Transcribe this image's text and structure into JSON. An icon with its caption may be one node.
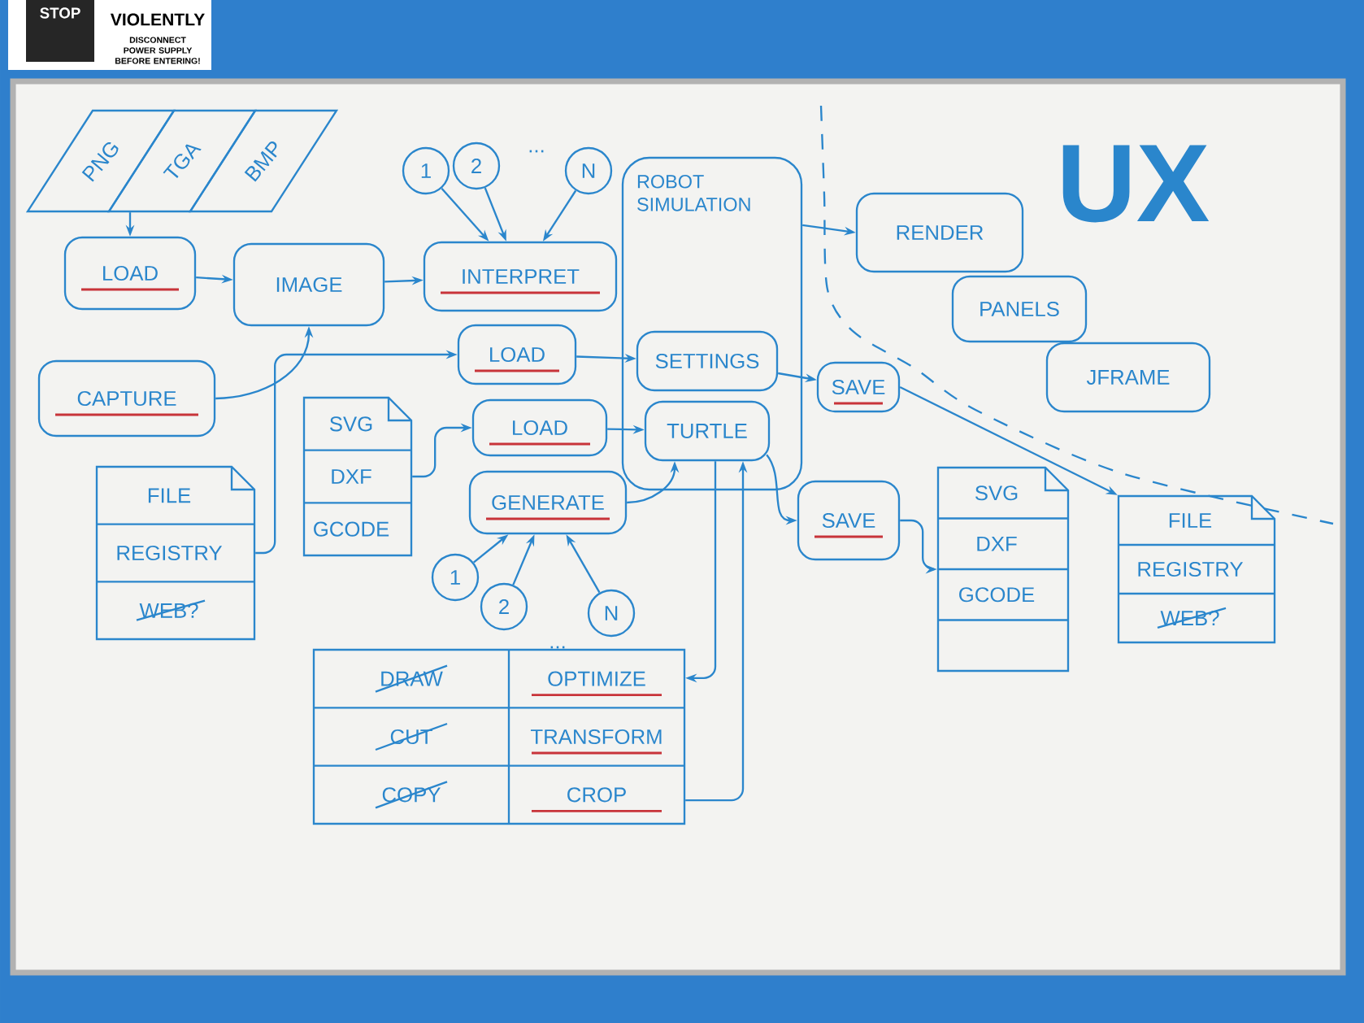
{
  "diagram": {
    "nodes": [
      {
        "text": [
          "PNG",
          "TGA",
          "BMP"
        ]
      },
      {
        "text": [
          "LOAD"
        ]
      },
      {
        "text": [
          "IMAGE"
        ]
      },
      {
        "text": [
          "CAPTURE"
        ]
      },
      {
        "text": [
          "INTERPRET"
        ]
      },
      {
        "text": [
          "1"
        ]
      },
      {
        "text": [
          "2"
        ]
      },
      {
        "text": [
          "N"
        ]
      },
      {
        "text": [
          "ROBOT SIMULATION"
        ]
      },
      {
        "text": [
          "SETTINGS"
        ],
        "in": 8
      },
      {
        "text": [
          "TURTLE"
        ],
        "in": 8
      },
      {
        "text": [
          "LOAD"
        ]
      },
      {
        "text": [
          "LOAD"
        ]
      },
      {
        "text": [
          "GENERATE"
        ]
      },
      {
        "text": [
          "1"
        ]
      },
      {
        "text": [
          "2"
        ]
      },
      {
        "text": [
          "N"
        ]
      },
      {
        "text": [
          "FILE",
          "REGISTRY",
          "WEB?"
        ]
      },
      {
        "text": [
          "SVG",
          "DXF",
          "GCODE"
        ]
      },
      {
        "text": [
          "RENDER"
        ]
      },
      {
        "text": [
          "PANELS"
        ]
      },
      {
        "text": [
          "JFRAME"
        ]
      },
      {
        "text": [
          "SAVE"
        ]
      },
      {
        "text": [
          "SAVE"
        ]
      },
      {
        "text": [
          "SVG",
          "DXF",
          "GCODE"
        ]
      },
      {
        "text": [
          "FILE",
          "REGISTRY",
          "WEB?"
        ]
      },
      {
        "text": [
          "DRAW",
          "OPTIMIZE",
          "CUT",
          "TRANSFORM",
          "COPY",
          "CROP"
        ]
      }
    ],
    "edges": [
      {
        "from": 0,
        "to": 1,
        "arrow": "to"
      },
      {
        "from": 1,
        "to": 2,
        "arrow": "to"
      },
      {
        "from": 3,
        "to": 2,
        "arrow": "to"
      },
      {
        "from": 2,
        "to": 4,
        "arrow": "to"
      },
      {
        "from": 5,
        "to": 4,
        "arrow": "to"
      },
      {
        "from": 6,
        "to": 4,
        "arrow": "to"
      },
      {
        "from": 7,
        "to": 4,
        "arrow": "to"
      },
      {
        "from": 17,
        "to": 11,
        "arrow": "to"
      },
      {
        "from": 11,
        "to": 9,
        "arrow": "to"
      },
      {
        "from": 18,
        "to": 12,
        "arrow": "to"
      },
      {
        "from": 12,
        "to": 10,
        "arrow": "to"
      },
      {
        "from": 13,
        "to": 10,
        "arrow": "to"
      },
      {
        "from": 14,
        "to": 13,
        "arrow": "to"
      },
      {
        "from": 15,
        "to": 13,
        "arrow": "to"
      },
      {
        "from": 16,
        "to": 13,
        "arrow": "to"
      },
      {
        "from": 8,
        "to": 19,
        "arrow": "to"
      },
      {
        "from": 9,
        "to": 22,
        "arrow": "to"
      },
      {
        "from": 22,
        "to": 25,
        "arrow": "to"
      },
      {
        "from": 10,
        "to": 23,
        "arrow": "to"
      },
      {
        "from": 23,
        "to": 24,
        "arrow": "to"
      },
      {
        "from": 10,
        "to": 26,
        "arrow": "to"
      },
      {
        "from": 26,
        "to": 10,
        "arrow": "to"
      }
    ],
    "labels": [
      "STOP",
      "VIOLENTLY",
      "DISCONNECT POWER SUPPLY BEFORE ENTERING!",
      "...",
      "UX",
      "..."
    ]
  }
}
